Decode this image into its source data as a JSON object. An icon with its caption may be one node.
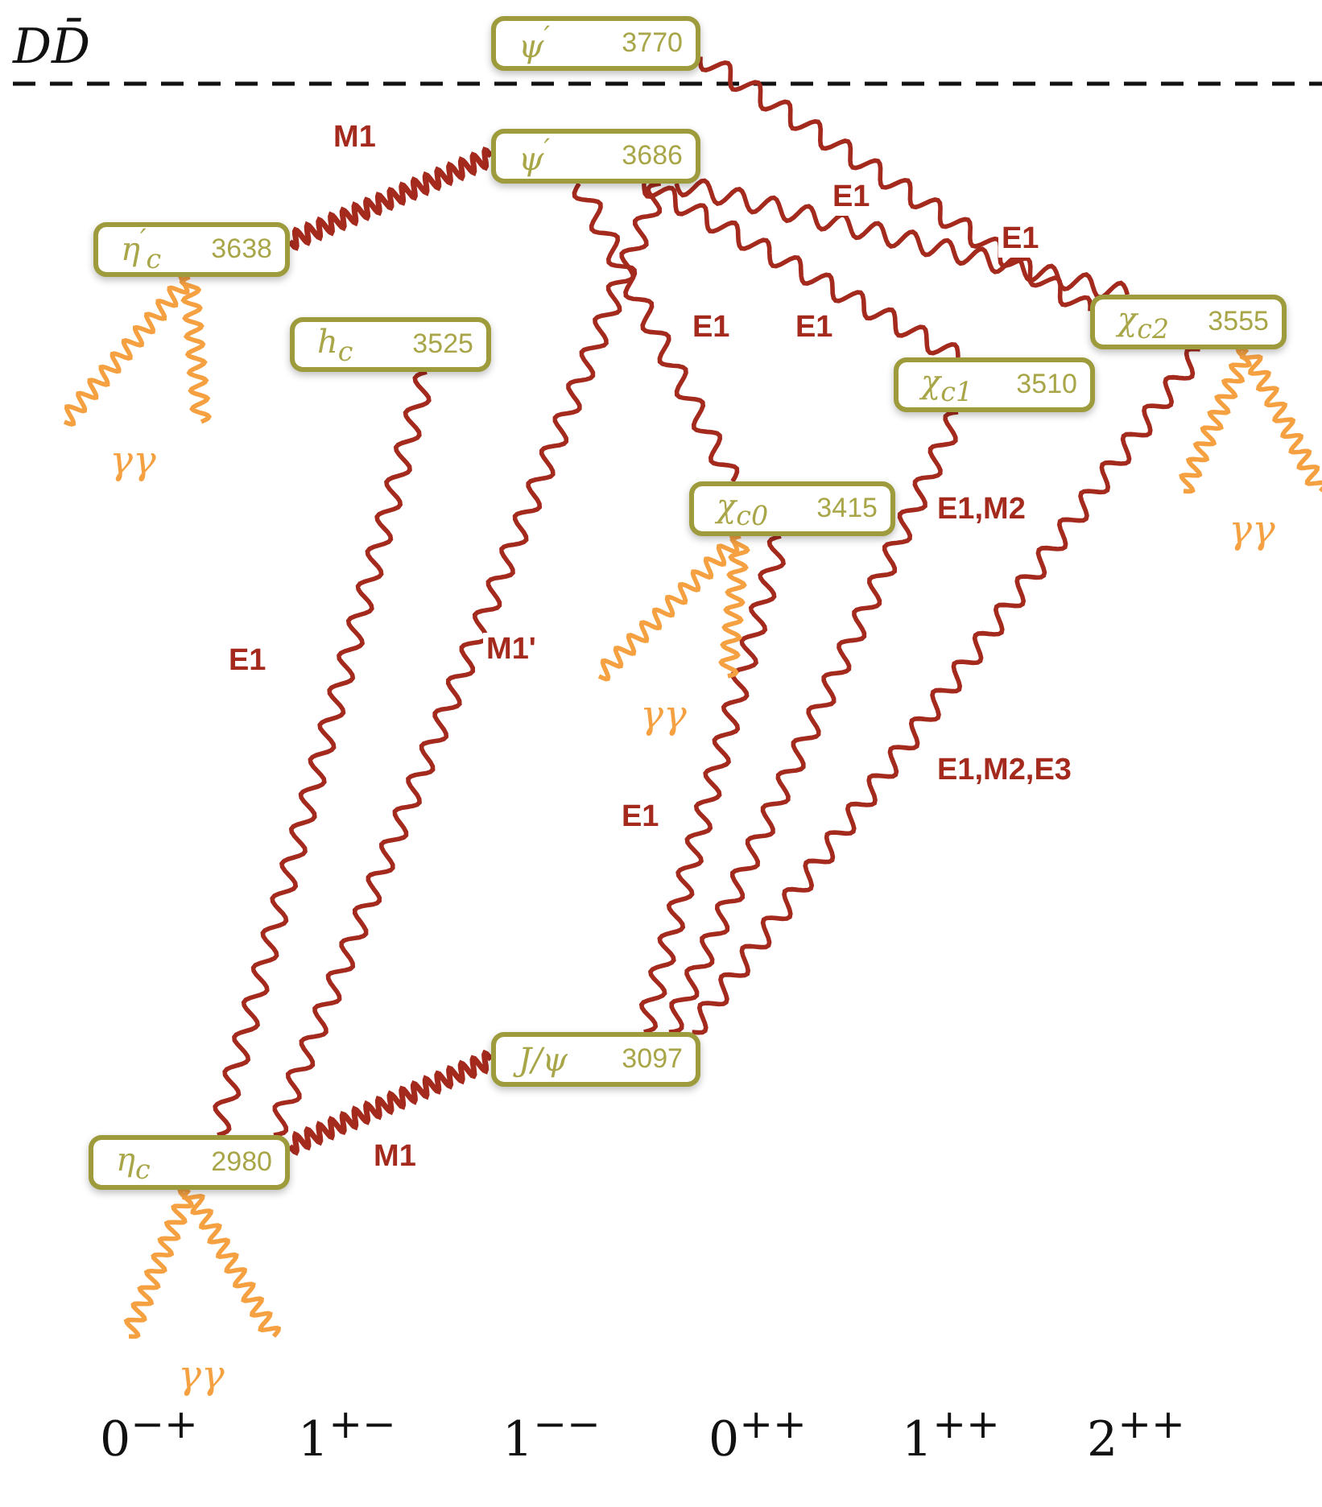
{
  "diagram": {
    "nodes": [
      {
        "text": [
          "ψ$^{′}$",
          "3770"
        ]
      },
      {
        "text": [
          "ψ$^{′}$",
          "3686"
        ]
      },
      {
        "text": [
          "η$^{′}$$_{c}$",
          "3638"
        ]
      },
      {
        "text": [
          "h$_{c}$",
          "3525"
        ]
      },
      {
        "text": [
          "χ$_{c2}$",
          "3555"
        ]
      },
      {
        "text": [
          "χ$_{c1}$",
          "3510"
        ]
      },
      {
        "text": [
          "χ$_{c0}$",
          "3415"
        ]
      },
      {
        "text": [
          "J/ψ",
          "3097"
        ]
      },
      {
        "text": [
          "η$_{c}$",
          "2980"
        ]
      },
      {
        "text": [
          "γγ"
        ]
      },
      {
        "text": [
          "γγ"
        ]
      },
      {
        "text": [
          "γγ"
        ]
      },
      {
        "text": [
          "γγ"
        ]
      }
    ],
    "edges": [
      {
        "from": 1,
        "to": 2,
        "arrow": "none",
        "label": "M1"
      },
      {
        "from": 0,
        "to": 4,
        "arrow": "none",
        "label": "E1"
      },
      {
        "from": 1,
        "to": 4,
        "arrow": "none",
        "label": "E1"
      },
      {
        "from": 1,
        "to": 5,
        "arrow": "none",
        "label": "E1"
      },
      {
        "from": 1,
        "to": 6,
        "arrow": "none",
        "label": "E1"
      },
      {
        "from": 1,
        "to": 8,
        "arrow": "none",
        "label": "M1'"
      },
      {
        "from": 3,
        "to": 8,
        "arrow": "none",
        "label": "E1"
      },
      {
        "from": 6,
        "to": 7,
        "arrow": "none",
        "label": "E1"
      },
      {
        "from": 5,
        "to": 7,
        "arrow": "none",
        "label": "E1,M2"
      },
      {
        "from": 4,
        "to": 7,
        "arrow": "none",
        "label": "E1,M2,E3"
      },
      {
        "from": 7,
        "to": 8,
        "arrow": "none",
        "label": "M1"
      },
      {
        "from": 2,
        "to": 9,
        "arrow": "none",
        "color": "#f5a142"
      },
      {
        "from": 2,
        "to": 9,
        "arrow": "none",
        "color": "#f5a142"
      },
      {
        "from": 4,
        "to": 10,
        "arrow": "none",
        "color": "#f5a142"
      },
      {
        "from": 4,
        "to": 10,
        "arrow": "none",
        "color": "#f5a142"
      },
      {
        "from": 6,
        "to": 11,
        "arrow": "none",
        "color": "#f5a142"
      },
      {
        "from": 6,
        "to": 11,
        "arrow": "none",
        "color": "#f5a142"
      },
      {
        "from": 8,
        "to": 12,
        "arrow": "none",
        "color": "#f5a142"
      },
      {
        "from": 8,
        "to": 12,
        "arrow": "none",
        "color": "#f5a142"
      }
    ],
    "labels": [
      "DD̄",
      "0$^{−+}$",
      "1$^{+−}$",
      "1$^{−−}$",
      "0$^{++}$",
      "1$^{++}$",
      "2$^{++}$"
    ]
  }
}
